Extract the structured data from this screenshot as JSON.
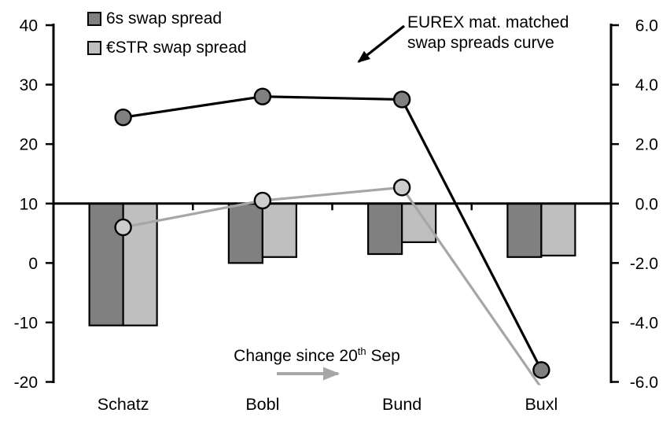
{
  "legend": {
    "items": [
      {
        "label": "6s swap spread",
        "color": "#808080"
      },
      {
        "label": "€STR swap spread",
        "color": "#bfbfbf"
      }
    ]
  },
  "annotations": {
    "curve_label": {
      "line1": "EUREX mat. matched",
      "line2": "swap spreads curve",
      "arrow_color": "#000000"
    },
    "change_label": {
      "prefix": "Change since 20",
      "sup": "th",
      "suffix": " Sep",
      "arrow_color": "#a6a6a6"
    }
  },
  "chart_data": {
    "type": "combo-bar-line",
    "categories": [
      "Schatz",
      "Bobl",
      "Bund",
      "Buxl"
    ],
    "bar_series": [
      {
        "name": "6s swap spread",
        "axis": "right",
        "color": "#808080",
        "values": [
          -4.1,
          -2.0,
          -1.7,
          -1.8
        ]
      },
      {
        "name": "€STR swap spread",
        "axis": "right",
        "color": "#bfbfbf",
        "values": [
          -4.1,
          -1.8,
          -1.3,
          -1.75
        ]
      }
    ],
    "line_series": [
      {
        "name": "€STR swap spread level",
        "axis": "left",
        "color": "#a6a6a6",
        "marker_fill": "#cccccc",
        "values": [
          6.0,
          10.5,
          12.7,
          -21.0
        ],
        "markers": [
          true,
          true,
          true,
          false
        ],
        "clip": true
      },
      {
        "name": "6s swap spread level",
        "axis": "left",
        "color": "#000000",
        "marker_fill": "#808080",
        "values": [
          24.5,
          28.0,
          27.5,
          -18.0
        ],
        "markers": [
          true,
          true,
          true,
          true
        ],
        "clip": false
      }
    ],
    "left_axis": {
      "min": -20,
      "max": 40,
      "ticks": [
        40,
        30,
        20,
        10,
        0,
        -10,
        -20
      ]
    },
    "right_axis": {
      "min": -6,
      "max": 6,
      "tick_labels": [
        "6.0",
        "4.0",
        "2.0",
        "0.0",
        "-2.0",
        "-4.0",
        "-6.0"
      ]
    },
    "layout_hints": {
      "bars_baseline_right": 0,
      "grid": "off",
      "legend_position": "top-left"
    }
  }
}
